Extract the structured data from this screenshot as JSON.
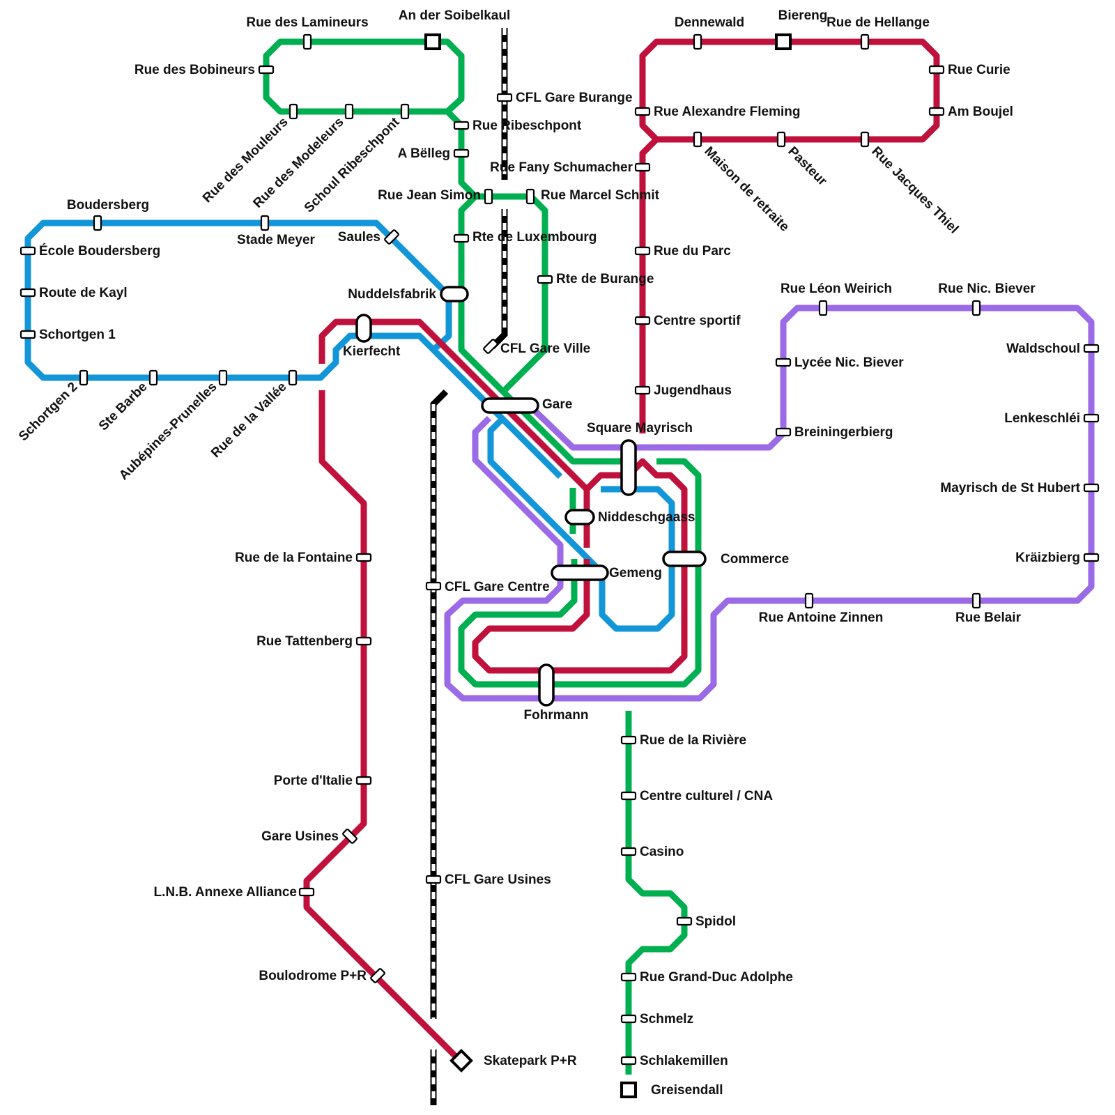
{
  "colors": {
    "green": "#00b050",
    "red": "#c0103c",
    "blue": "#1296d8",
    "purple": "#9b6ae6",
    "rail": "#000000"
  },
  "lines": {
    "green": "green line",
    "red": "red line",
    "blue": "blue line",
    "purple": "purple line",
    "rail": "CFL railway"
  },
  "stations": {
    "rue_des_lamineurs": "Rue des Lamineurs",
    "an_der_soibelkaul": "An der Soibelkaul",
    "rue_des_bobineurs": "Rue des Bobineurs",
    "rue_des_mouleurs": "Rue des Mouleurs",
    "rue_des_modeleurs": "Rue des Modeleurs",
    "schoul_ribeschpont": "Schoul Ribeschpont",
    "cfl_gare_burange": "CFL Gare Burange",
    "rue_ribeschpont": "Rue Ribeschpont",
    "a_belleg": "A Bëlleg",
    "rue_jean_simon": "Rue Jean Simon",
    "rue_marcel_schmit": "Rue Marcel Schmit",
    "rte_de_luxembourg": "Rte de Luxembourg",
    "rte_de_burange": "Rte de Burange",
    "nuddelsfabrik": "Nuddelsfabrik",
    "cfl_gare_ville": "CFL Gare Ville",
    "gare": "Gare",
    "kierfecht": "Kierfecht",
    "boudersberg": "Boudersberg",
    "ecole_boudersberg": "École Boudersberg",
    "route_de_kayl": "Route de Kayl",
    "schortgen_1": "Schortgen 1",
    "schortgen_2": "Schortgen 2",
    "ste_barbe": "Ste Barbe",
    "aubepines_prunelles": "Aubépines-Prunelles",
    "rue_de_la_vallee": "Rue de la Vallée",
    "stade_meyer": "Stade Meyer",
    "saules": "Saules",
    "dennewald": "Dennewald",
    "biereng": "Biereng",
    "rue_de_hellange": "Rue de Hellange",
    "rue_curie": "Rue Curie",
    "am_boujel": "Am Boujel",
    "rue_alexandre_fleming": "Rue Alexandre Fleming",
    "maison_de_retraite": "Maison de retraite",
    "pasteur": "Pasteur",
    "rue_jacques_thiel": "Rue Jacques Thiel",
    "rue_fany_schumacher": "Rue Fany Schumacher",
    "rue_du_parc": "Rue du Parc",
    "centre_sportif": "Centre sportif",
    "jugendhaus": "Jugendhaus",
    "square_mayrisch": "Square Mayrisch",
    "rue_leon_weirich": "Rue Léon Weirich",
    "rue_nic_biever": "Rue Nic. Biever",
    "lycee_nic_biever": "Lycée Nic. Biever",
    "breiningerbierg": "Breiningerbierg",
    "waldschoul": "Waldschoul",
    "lenkeschlei": "Lenkeschléi",
    "mayrisch_de_st_hubert": "Mayrisch de St Hubert",
    "kraizbierg": "Kräizbierg",
    "rue_antoine_zinnen": "Rue Antoine Zinnen",
    "rue_belair": "Rue Belair",
    "niddeschgaass": "Niddeschgaass",
    "gemeng": "Gemeng",
    "commerce": "Commerce",
    "cfl_gare_centre": "CFL Gare Centre",
    "fohrmann": "Fohrmann",
    "rue_de_la_fontaine": "Rue de la Fontaine",
    "rue_tattenberg": "Rue Tattenberg",
    "porte_d_italie": "Porte d'Italie",
    "gare_usines": "Gare Usines",
    "l_n_b_annexe_alliance": "L.N.B. Annexe Alliance",
    "boulodrome_p_r": "Boulodrome P+R",
    "skatepark_p_r": "Skatepark P+R",
    "cfl_gare_usines": "CFL Gare Usines",
    "rue_de_la_riviere": "Rue de la Rivière",
    "centre_culturel_cna": "Centre culturel / CNA",
    "casino": "Casino",
    "spidol": "Spidol",
    "rue_grand_duc_adolphe": "Rue Grand-Duc Adolphe",
    "schmelz": "Schmelz",
    "schlakemillen": "Schlakemillen",
    "greisendall": "Greisendall"
  }
}
